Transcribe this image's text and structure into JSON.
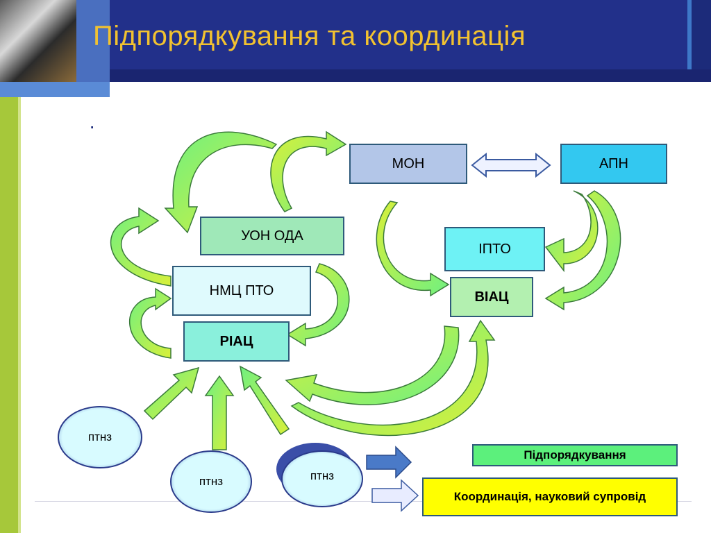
{
  "title": "Підпорядкування та координація",
  "bullet": "·",
  "nodes": {
    "mon": "МОН",
    "apn": "АПН",
    "uon_oda": "УОН ОДА",
    "ipto": "ІПТО",
    "nmc_pto": "НМЦ ПТО",
    "viac": "ВІАЦ",
    "riac": "РІАЦ",
    "ptnz_1": "птнз",
    "ptnz_2": "птнз",
    "ptnz_3": "птнз"
  },
  "legend": {
    "subordination": "Підпорядкування",
    "coordination": "Координація, науковий супровід"
  },
  "colors": {
    "title": "#f2c230",
    "header": "#1c2b7a",
    "mon_fill": "#b3c6e8",
    "apn_fill": "#33c8f0",
    "uon_fill": "#9fe8b8",
    "ipto_fill": "#6ef2f5",
    "nmc_fill": "#dffafd",
    "viac_fill": "#b3f0b0",
    "riac_fill": "#8af0dc",
    "legend_sub_fill": "#5cf07c",
    "legend_coord_fill": "#ffff00",
    "arrow_green": "#6af07a",
    "arrow_yellow": "#c8f040"
  }
}
